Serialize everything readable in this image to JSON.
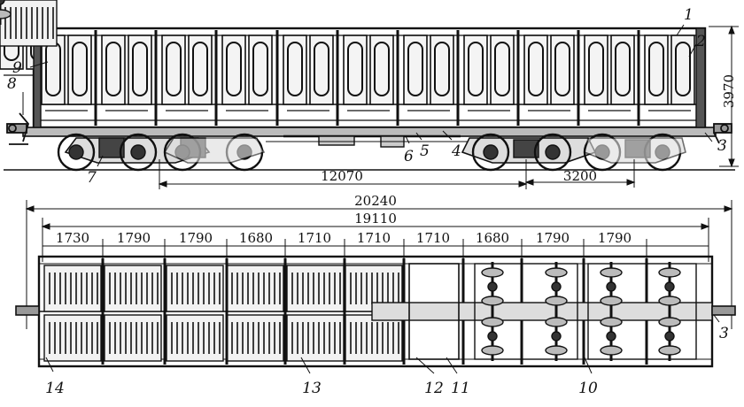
{
  "figure": {
    "side_view": {
      "overall_height": "3970",
      "bogie_center_distance": "12070",
      "bogie_wheelbase": "3200"
    },
    "plan_view": {
      "total_length": "20240",
      "body_length": "19110",
      "pitch_left_to_right": [
        "1730",
        "1790",
        "1790",
        "1680",
        "1710",
        "1710",
        "1710",
        "1680",
        "1790",
        "1790"
      ]
    },
    "callouts": {
      "side": [
        "1",
        "2",
        "3",
        "4",
        "5",
        "6",
        "7",
        "8",
        "9"
      ],
      "plan": [
        "3",
        "10",
        "11",
        "12",
        "13",
        "14"
      ]
    }
  }
}
